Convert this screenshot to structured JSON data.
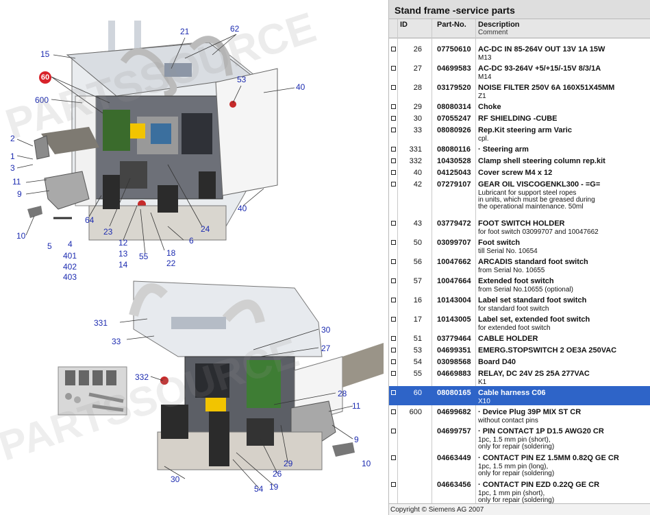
{
  "diagram": {
    "callouts_upper": [
      "21",
      "62",
      "15",
      "60",
      "53",
      "40",
      "600",
      "2",
      "1",
      "3",
      "11",
      "9",
      "10",
      "5",
      "4",
      "401",
      "402",
      "403",
      "64",
      "23",
      "12",
      "13",
      "14",
      "55",
      "18",
      "22",
      "6",
      "24",
      "40"
    ],
    "callouts_lower": [
      "331",
      "33",
      "30",
      "27",
      "332",
      "28",
      "11",
      "9",
      "10",
      "30",
      "29",
      "26",
      "19",
      "54"
    ],
    "watermark": "PARTSSOURCE"
  },
  "panel": {
    "title": "Stand frame -service parts",
    "headers": {
      "id": "ID",
      "part": "Part-No.",
      "desc": "Description",
      "comment": "Comment"
    },
    "rows": [
      {
        "id": "26",
        "part": "07750610",
        "desc": "AC-DC IN 85-264V OUT 13V 1A 15W",
        "comment": [
          "M13"
        ]
      },
      {
        "id": "27",
        "part": "04699583",
        "desc": "AC-DC 93-264V +5/+15/-15V 8/3/1A",
        "comment": [
          "M14"
        ]
      },
      {
        "id": "28",
        "part": "03179520",
        "desc": "NOISE FILTER 250V 6A 160X51X45MM",
        "comment": [
          "Z1"
        ]
      },
      {
        "id": "29",
        "part": "08080314",
        "desc": "Choke",
        "comment": []
      },
      {
        "id": "30",
        "part": "07055247",
        "desc": "RF SHIELDING -CUBE",
        "comment": []
      },
      {
        "id": "33",
        "part": "08080926",
        "desc": "Rep.Kit steering arm Varic",
        "comment": [
          "cpl."
        ]
      },
      {
        "id": "331",
        "part": "08080116",
        "desc": "· Steering arm",
        "comment": []
      },
      {
        "id": "332",
        "part": "10430528",
        "desc": "Clamp shell steering column rep.kit",
        "comment": []
      },
      {
        "id": "40",
        "part": "04125043",
        "desc": "Cover screw M4 x 12",
        "comment": []
      },
      {
        "id": "42",
        "part": "07279107",
        "desc": "GEAR OIL VISCOGENKL300 - =G=",
        "comment": [
          "Lubricant for support steel ropes",
          "in units, which must be greased during",
          "the operational maintenance. 50ml"
        ]
      },
      {
        "id": "43",
        "part": "03779472",
        "desc": "FOOT SWITCH HOLDER",
        "comment": [
          "for foot switch 03099707 and 10047662"
        ]
      },
      {
        "id": "50",
        "part": "03099707",
        "desc": "Foot switch",
        "comment": [
          "till Serial No. 10654"
        ]
      },
      {
        "id": "56",
        "part": "10047662",
        "desc": "ARCADIS standard foot switch",
        "comment": [
          "from Serial No. 10655"
        ]
      },
      {
        "id": "57",
        "part": "10047664",
        "desc": "Extended foot switch",
        "comment": [
          "from Serial No.10655 (optional)"
        ]
      },
      {
        "id": "16",
        "part": "10143004",
        "desc": "Label set standard foot switch",
        "comment": [
          "for standard foot switch"
        ]
      },
      {
        "id": "17",
        "part": "10143005",
        "desc": "Label set, extended foot switch",
        "comment": [
          "for extended foot switch"
        ]
      },
      {
        "id": "51",
        "part": "03779464",
        "desc": "CABLE HOLDER",
        "comment": []
      },
      {
        "id": "53",
        "part": "04699351",
        "desc": "EMERG.STOPSWITCH 2 OE3A 250VAC",
        "comment": []
      },
      {
        "id": "54",
        "part": "03098568",
        "desc": "Board D40",
        "comment": []
      },
      {
        "id": "55",
        "part": "04669883",
        "desc": "RELAY, DC 24V 2S 25A 277VAC",
        "comment": [
          "K1"
        ]
      },
      {
        "id": "60",
        "part": "08080165",
        "desc": "Cable harness C06",
        "comment": [
          "X10"
        ],
        "selected": true
      },
      {
        "id": "600",
        "part": "04699682",
        "desc": "· Device Plug 39P MIX ST CR",
        "comment": [
          "without contact pins"
        ]
      },
      {
        "id": "",
        "part": "04699757",
        "desc": "· PIN CONTACT 1P D1.5 AWG20 CR",
        "comment": [
          "1pc, 1.5 mm pin (short),",
          "only for repair (soldering)"
        ]
      },
      {
        "id": "",
        "part": "04663449",
        "desc": "· CONTACT PIN EZ 1.5MM 0.82Q GE CR",
        "comment": [
          "1pc, 1.5 mm pin (long),",
          "only for repair (soldering)"
        ]
      },
      {
        "id": "",
        "part": "04663456",
        "desc": "· CONTACT PIN EZD 0.22Q GE CR",
        "comment": [
          "1pc, 1 mm pin (short),",
          "only for repair (soldering)"
        ]
      }
    ],
    "copyright": "Copyright © Siemens AG 2007"
  }
}
